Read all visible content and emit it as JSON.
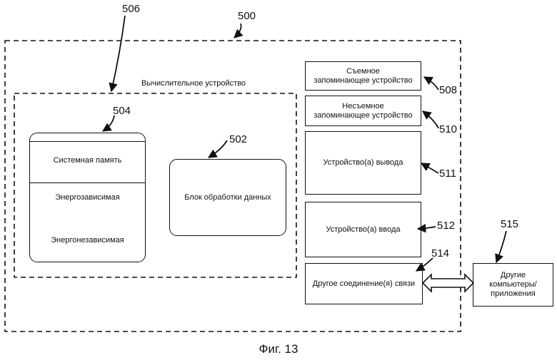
{
  "figure": {
    "caption": "Фиг. 13",
    "refs": {
      "system": "500",
      "device": "506",
      "memory": "504",
      "processor": "502",
      "removable": "508",
      "nonremovable": "510",
      "output": "511",
      "input": "512",
      "comm": "514",
      "other": "515"
    },
    "device_label": "Вычислительное устройство",
    "memory": {
      "title": "Системная память",
      "volatile": "Энергозависимая",
      "nonvolatile": "Энергонезависимая"
    },
    "processor_label": "Блок обработки данных",
    "storage": {
      "removable_line1": "Съемное",
      "removable_line2": "запоминающее устройство",
      "nonremovable_line1": "Несъемное",
      "nonremovable_line2": "запоминающее устройство"
    },
    "output_label": "Устройство(а) вывода",
    "input_label": "Устройство(а) ввода",
    "comm_label": "Другое соединение(я) связи",
    "other": {
      "line1": "Другие",
      "line2": "компьютеры/",
      "line3": "приложения"
    }
  }
}
